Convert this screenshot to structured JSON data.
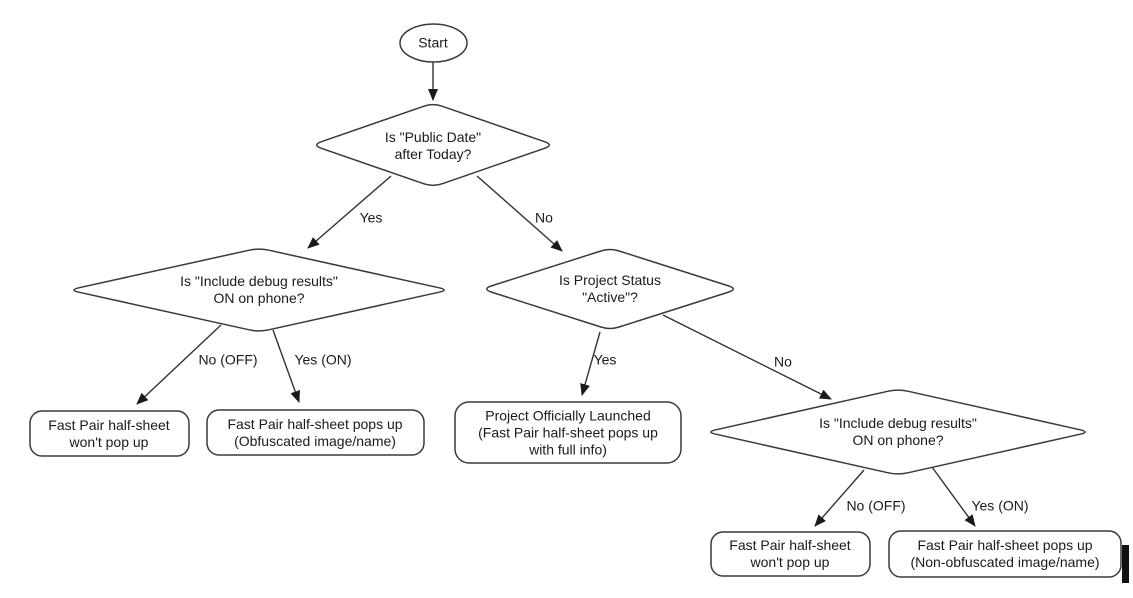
{
  "diagram": {
    "nodes": {
      "start": {
        "label": "Start"
      },
      "decision_public_date": {
        "label": "Is \"Public Date\"\nafter Today?"
      },
      "decision_debug_left": {
        "label": "Is \"Include debug results\"\nON on phone?"
      },
      "decision_project_status": {
        "label": "Is Project Status\n\"Active\"?"
      },
      "decision_debug_right": {
        "label": "Is \"Include debug results\"\nON on phone?"
      },
      "outcome_no_popup_left": {
        "label": "Fast Pair half-sheet\nwon't pop up"
      },
      "outcome_obfuscated": {
        "label": "Fast Pair half-sheet pops up\n(Obfuscated image/name)"
      },
      "outcome_launched": {
        "label": "Project Officially Launched\n(Fast Pair half-sheet pops up\nwith full info)"
      },
      "outcome_no_popup_right": {
        "label": "Fast Pair half-sheet\nwon't pop up"
      },
      "outcome_non_obfuscated": {
        "label": "Fast Pair half-sheet pops up\n(Non-obfuscated image/name)"
      }
    },
    "edge_labels": {
      "d1_yes": "Yes",
      "d1_no": "No",
      "d2_no_off": "No (OFF)",
      "d2_yes_on": "Yes (ON)",
      "d3_yes": "Yes",
      "d3_no": "No",
      "d4_no_off": "No (OFF)",
      "d4_yes_on": "Yes (ON)"
    },
    "colors": {
      "stroke": "#3a3a3a",
      "text": "#1a1a1a",
      "background": "#ffffff"
    }
  }
}
